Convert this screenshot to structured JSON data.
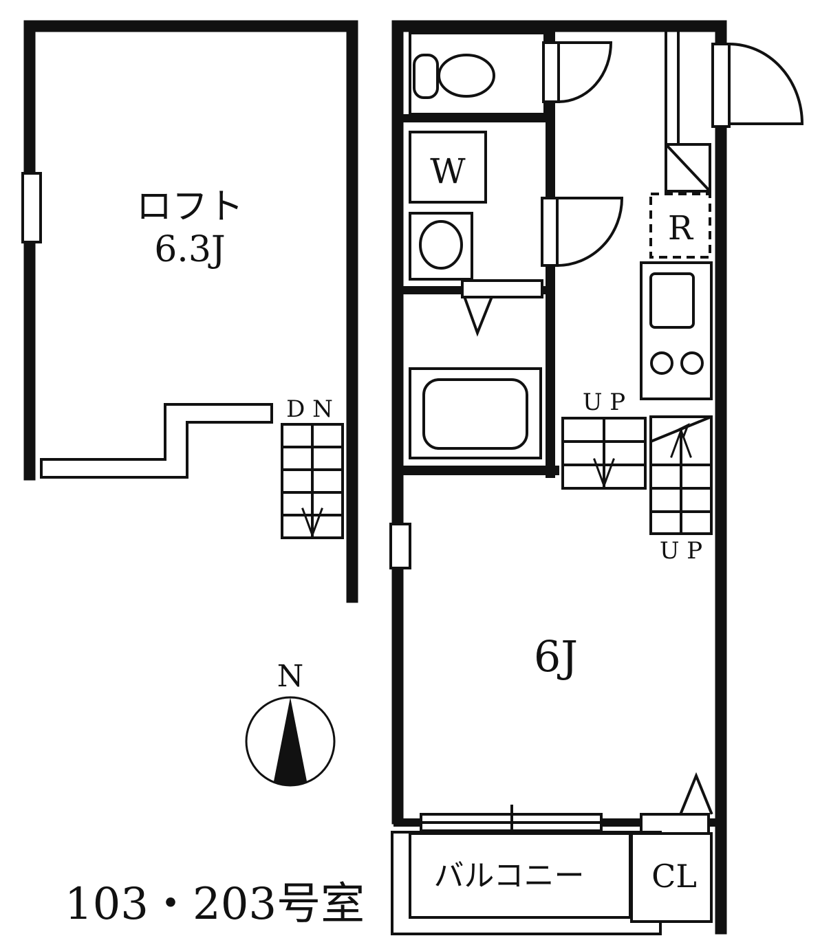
{
  "rooms": {
    "loft_name": "ロフト",
    "loft_size": "6.3J",
    "main_size": "6J",
    "balcony": "バルコニー",
    "closet": "CL",
    "washer": "W",
    "fridge": "R"
  },
  "stairs": {
    "loft_down": "D N",
    "up_upper": "U P",
    "up_lower": "U P"
  },
  "compass": {
    "north": "N"
  },
  "unit_label": "103・203号室"
}
